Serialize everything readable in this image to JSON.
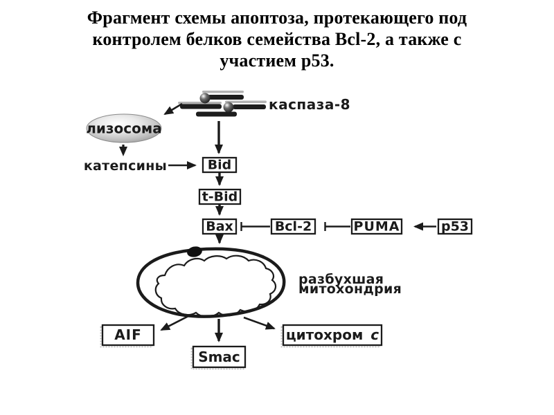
{
  "title": {
    "lines": [
      "Фрагмент схемы апоптоза, протекающего под",
      "контролем белков семейства Bcl-2, а также с",
      "участием p53."
    ]
  },
  "diagram": {
    "caspase8_label": "каспаза-8",
    "lysosome_label": "лизосома",
    "cathepsins_label": "катепсины",
    "mitochondria_label": {
      "line1": "разбухшая",
      "line2": "митохондрия"
    },
    "boxes": {
      "bid": {
        "label": "Bid"
      },
      "tbid": {
        "label": "t-Bid"
      },
      "bax": {
        "label": "Bax"
      },
      "bcl2": {
        "label": "Bcl-2"
      },
      "puma": {
        "label": "PUMA"
      },
      "p53": {
        "label": "p53"
      },
      "aif": {
        "label": "AIF"
      },
      "smac": {
        "label": "Smac"
      },
      "cytochrome_c": {
        "word": "цитохром",
        "letter": "c"
      }
    },
    "colors": {
      "ink": "#1b1b1b",
      "background": "#ffffff",
      "lysosome_fill_light": "#f5f5f5",
      "lysosome_fill_dark": "#8f8f8f"
    }
  }
}
